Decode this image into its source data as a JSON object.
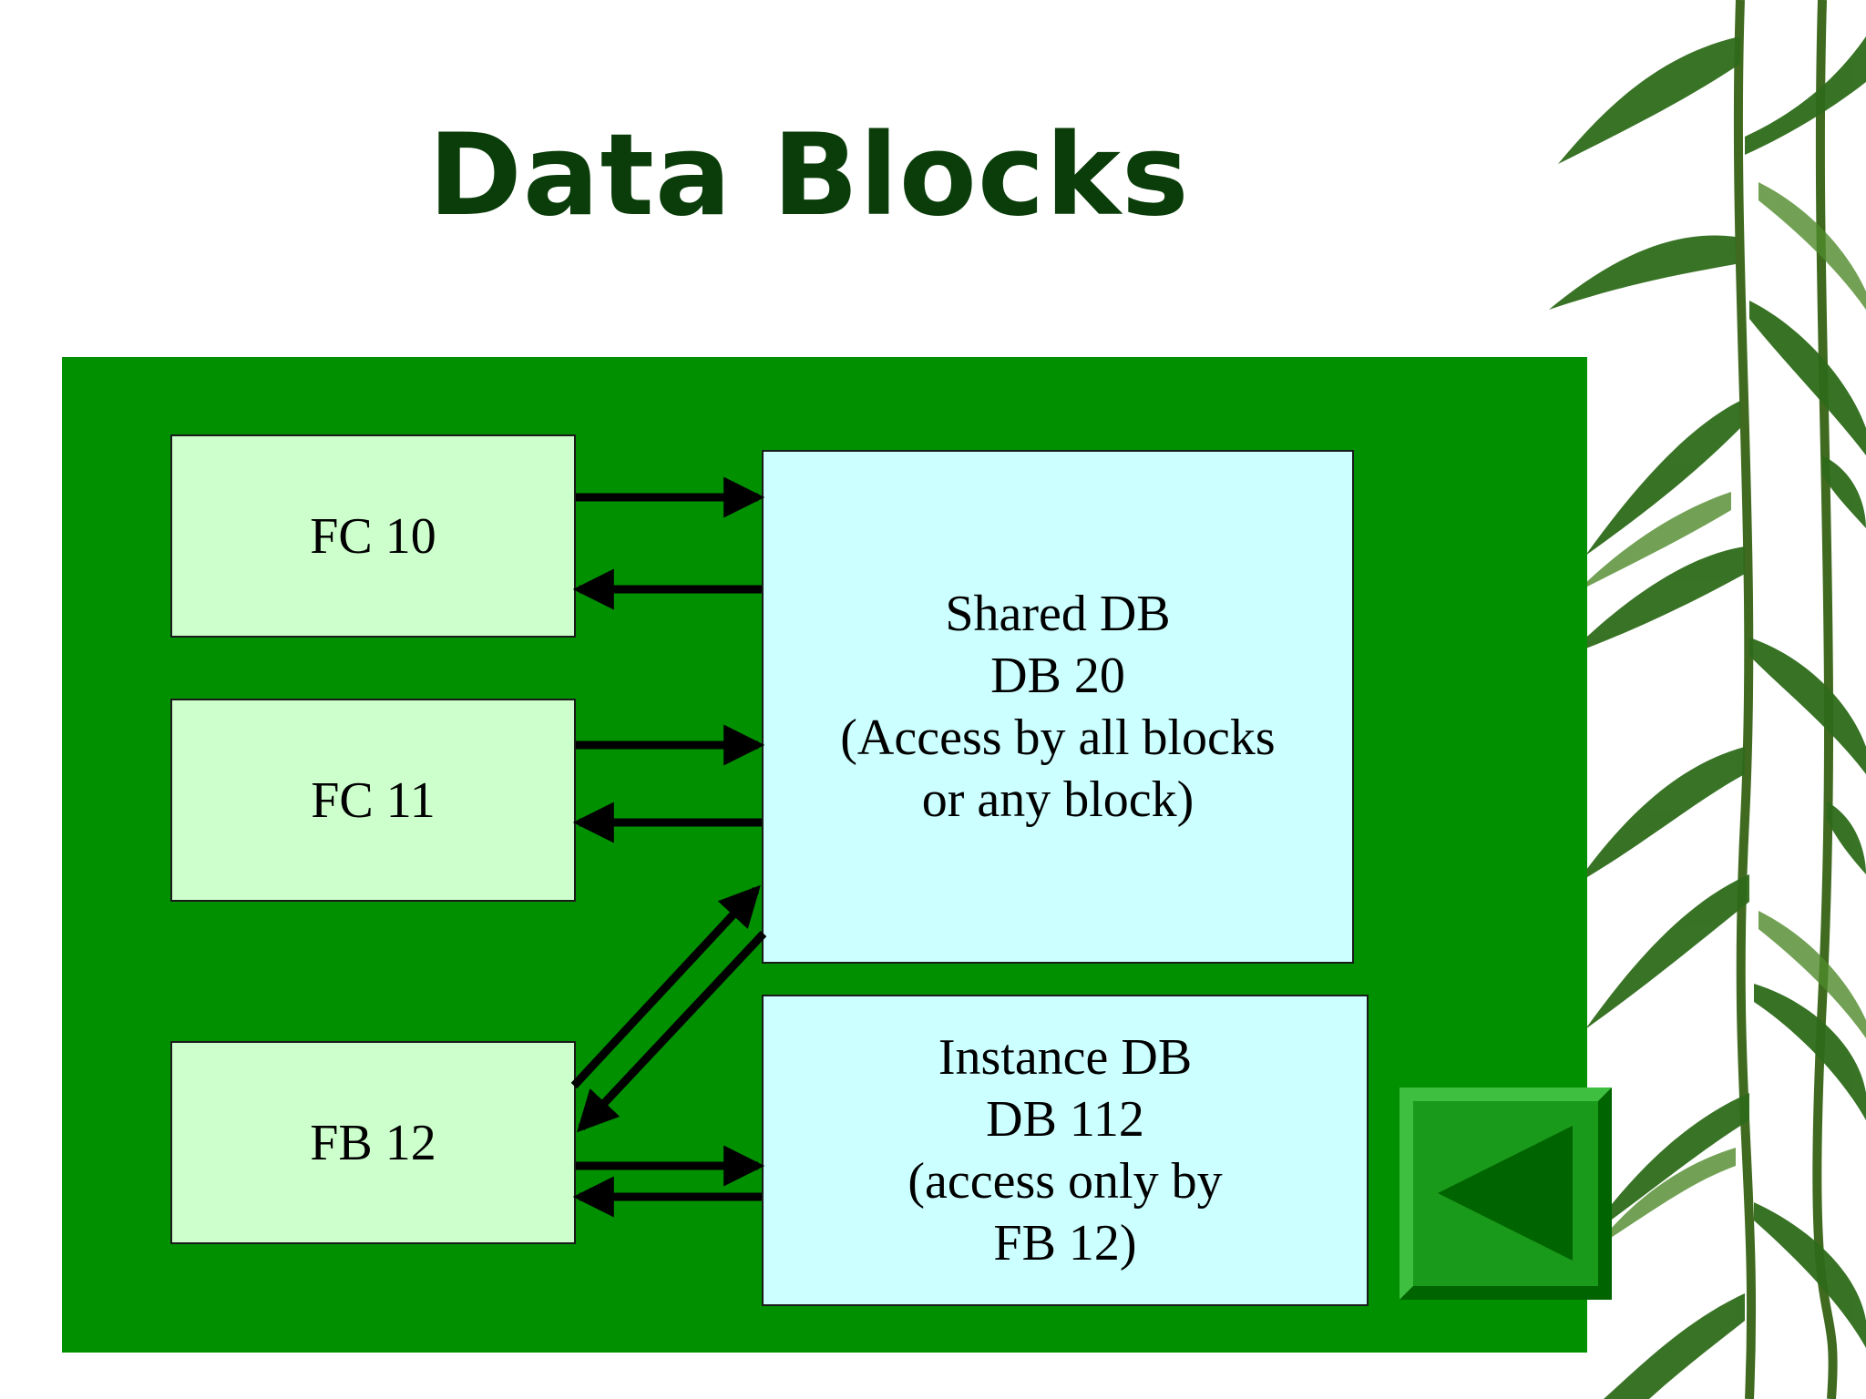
{
  "slide": {
    "title": "Data Blocks"
  },
  "diagram": {
    "blocks": {
      "fc10": "FC 10",
      "fc11": "FC 11",
      "fb12": "FB 12",
      "shared_db": [
        "Shared DB",
        "DB 20",
        "(Access by all blocks",
        "or any block)"
      ],
      "instance_db": [
        "Instance DB",
        "DB 112",
        "(access only by",
        "FB 12)"
      ]
    },
    "connections": [
      {
        "from": "FC 10",
        "to": "Shared DB",
        "type": "bidirectional"
      },
      {
        "from": "FC 11",
        "to": "Shared DB",
        "type": "bidirectional"
      },
      {
        "from": "FB 12",
        "to": "Shared DB",
        "type": "bidirectional"
      },
      {
        "from": "FB 12",
        "to": "Instance DB",
        "type": "bidirectional"
      }
    ]
  },
  "navigation": {
    "back_icon": "triangle-left-icon"
  },
  "colors": {
    "title": "#0a3d0a",
    "panel": "#009000",
    "fc_block": "#ccffcc",
    "db_block": "#ccffff",
    "nav_button": "#1a9a1a",
    "nav_triangle": "#006400"
  }
}
